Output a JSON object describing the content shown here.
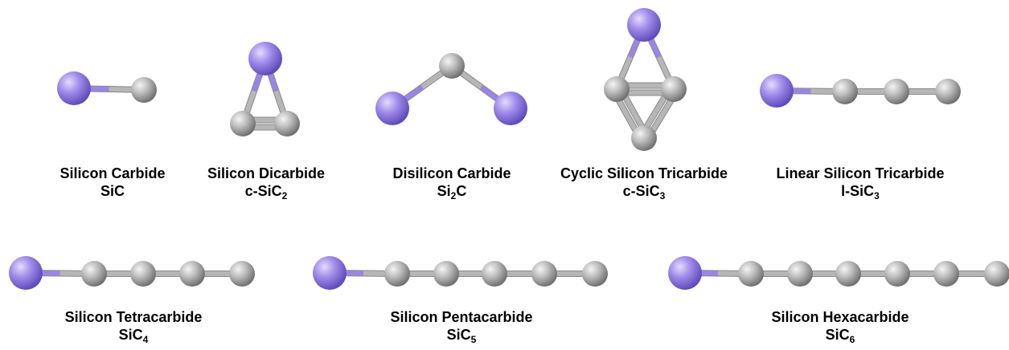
{
  "colors": {
    "silicon": "#9a85e6",
    "carbon": "#b6b6b6"
  },
  "molecules": [
    {
      "name": "Silicon Carbide",
      "formula": [
        {
          "t": "SiC"
        }
      ]
    },
    {
      "name": "Silicon Dicarbide",
      "formula": [
        {
          "t": "c-SiC"
        },
        {
          "t": "2",
          "sub": true
        }
      ]
    },
    {
      "name": "Disilicon Carbide",
      "formula": [
        {
          "t": "Si"
        },
        {
          "t": "2",
          "sub": true
        },
        {
          "t": "C"
        }
      ]
    },
    {
      "name": "Cyclic Silicon Tricarbide",
      "formula": [
        {
          "t": "c-SiC"
        },
        {
          "t": "3",
          "sub": true
        }
      ]
    },
    {
      "name": "Linear Silicon Tricarbide",
      "formula": [
        {
          "t": "l-SiC"
        },
        {
          "t": "3",
          "sub": true
        }
      ]
    },
    {
      "name": "Silicon Tetracarbide",
      "formula": [
        {
          "t": "SiC"
        },
        {
          "t": "4",
          "sub": true
        }
      ]
    },
    {
      "name": "Silicon Pentacarbide",
      "formula": [
        {
          "t": "SiC"
        },
        {
          "t": "5",
          "sub": true
        }
      ]
    },
    {
      "name": "Silicon Hexacarbide",
      "formula": [
        {
          "t": "SiC"
        },
        {
          "t": "6",
          "sub": true
        }
      ]
    }
  ]
}
